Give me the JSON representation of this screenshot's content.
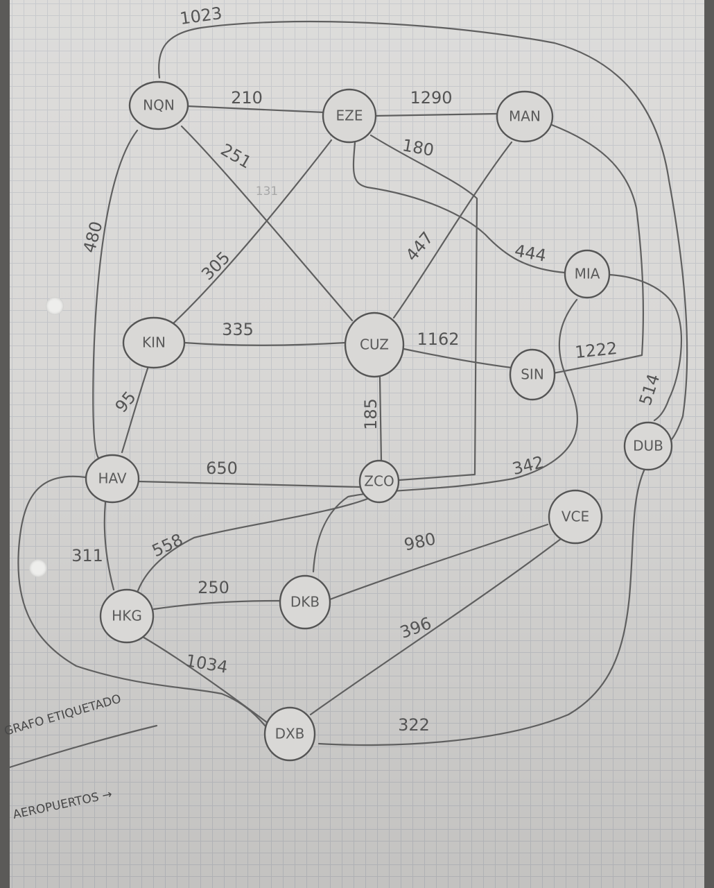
{
  "nodes": {
    "nqn": "NQN",
    "eze": "EZE",
    "man": "MAN",
    "mia": "MIA",
    "kin": "KIN",
    "cuz": "CUZ",
    "sin": "SIN",
    "dub": "DUB",
    "hav": "HAV",
    "zco": "ZCO",
    "vce": "VCE",
    "hkg": "HKG",
    "dkb": "DKB",
    "dxb": "DXB"
  },
  "edges": [
    {
      "from": "NQN",
      "to": "DUB",
      "weight": "1023"
    },
    {
      "from": "NQN",
      "to": "EZE",
      "weight": "210"
    },
    {
      "from": "NQN",
      "to": "CUZ",
      "weight": "251"
    },
    {
      "from": "NQN",
      "to": "HAV",
      "weight": "480"
    },
    {
      "from": "EZE",
      "to": "MAN",
      "weight": "1290"
    },
    {
      "from": "EZE",
      "to": "ZCO",
      "weight": "180"
    },
    {
      "from": "EZE",
      "to": "MIA",
      "weight": "444"
    },
    {
      "from": "EZE",
      "to": "KIN",
      "weight": "305"
    },
    {
      "from": "MAN",
      "to": "CUZ",
      "weight": "447"
    },
    {
      "from": "MAN",
      "to": "SIN",
      "weight": "1222"
    },
    {
      "from": "KIN",
      "to": "CUZ",
      "weight": "335"
    },
    {
      "from": "KIN",
      "to": "HAV",
      "weight": "95"
    },
    {
      "from": "CUZ",
      "to": "SIN",
      "weight": "1162"
    },
    {
      "from": "CUZ",
      "to": "ZCO",
      "weight": "185"
    },
    {
      "from": "MIA",
      "to": "DUB",
      "weight": "514"
    },
    {
      "from": "MIA",
      "to": "DKB",
      "weight": "342"
    },
    {
      "from": "HAV",
      "to": "ZCO",
      "weight": "650"
    },
    {
      "from": "HAV",
      "to": "HKG",
      "weight": "311"
    },
    {
      "from": "ZCO",
      "to": "HKG",
      "weight": "558"
    },
    {
      "from": "HKG",
      "to": "DKB",
      "weight": "250"
    },
    {
      "from": "HKG",
      "to": "DXB",
      "weight": "1034"
    },
    {
      "from": "DKB",
      "to": "VCE",
      "weight": "980"
    },
    {
      "from": "VCE",
      "to": "DXB",
      "weight": "396"
    },
    {
      "from": "DUB",
      "to": "DXB",
      "weight": "322"
    }
  ],
  "faint_marks": [
    "131"
  ],
  "notes": {
    "title": "GRAFO ETIQUETADO",
    "subtitle": "AEROPUERTOS →"
  }
}
